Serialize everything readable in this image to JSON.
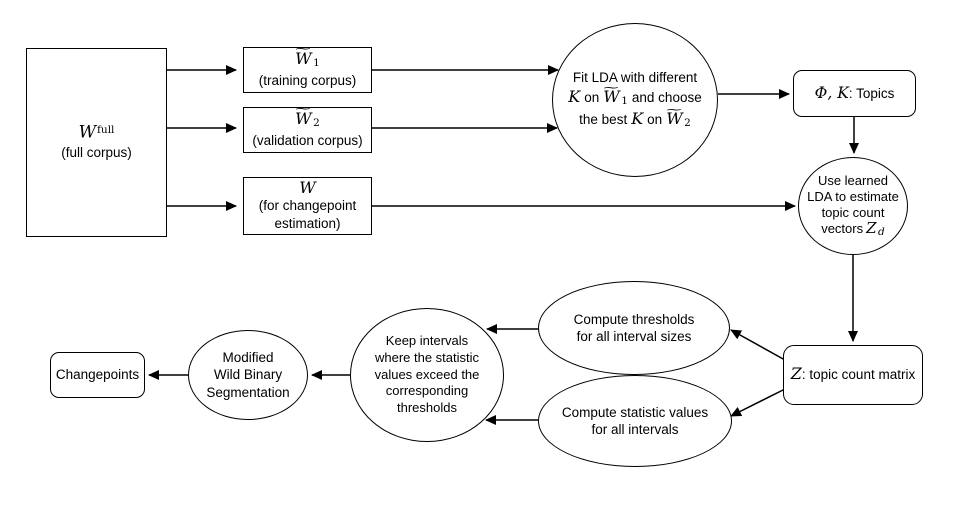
{
  "background": "#ffffff",
  "stroke_color": "#000000",
  "nodes": {
    "full_corpus": {
      "symbol": "W",
      "sup": "full",
      "caption": "(full corpus)"
    },
    "training_corpus": {
      "symbol": "W",
      "tilde": "~",
      "sub": "1",
      "caption": "(training corpus)"
    },
    "validation_corpus": {
      "symbol": "W",
      "tilde": "~",
      "sub": "2",
      "caption": "(validation corpus)"
    },
    "changepoint_corpus": {
      "symbol": "W",
      "caption": "(for changepoint\nestimation)"
    },
    "fit_lda": {
      "line1": "Fit LDA with different",
      "line2_k": "K",
      "line2_on": "on",
      "line2_w": "W",
      "line2_tilde": "~",
      "line2_sub": "1",
      "line2_rest": "and choose",
      "line3_pre": "the best",
      "line3_k": "K",
      "line3_on": "on",
      "line3_w": "W",
      "line3_tilde": "~",
      "line3_sub": "2"
    },
    "topics": {
      "math": "Φ, K",
      "rest": ": Topics"
    },
    "use_lda": {
      "line1": "Use learned",
      "line2": "LDA to estimate",
      "line3": "topic count",
      "line4_pre": "vectors",
      "line4_z": "Z",
      "line4_sub": "d"
    },
    "z_matrix": {
      "z": "Z",
      "rest": ": topic count matrix"
    },
    "compute_thresholds": {
      "text": "Compute thresholds\nfor all interval sizes"
    },
    "compute_statistics": {
      "text": "Compute statistic values\nfor all intervals"
    },
    "keep_intervals": {
      "text": "Keep intervals\nwhere the statistic\nvalues exceed the\ncorresponding\nthresholds"
    },
    "wild_binary_segmentation": {
      "text": "Modified\nWild Binary\nSegmentation"
    },
    "changepoints": {
      "label": "Changepoints"
    }
  }
}
